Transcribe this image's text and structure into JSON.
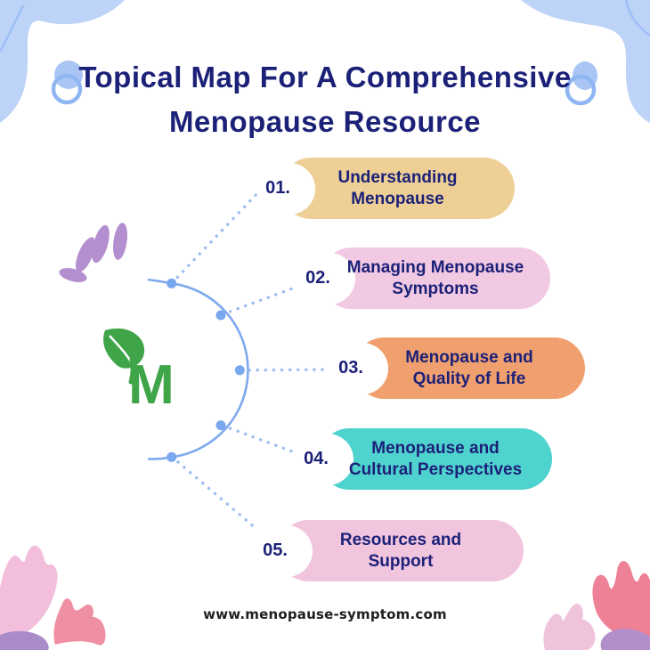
{
  "header": {
    "title_line1": "Topical Map For A Comprehensive",
    "title_line2": "Menopause Resource",
    "title_color": "#1c2178"
  },
  "logo": {
    "letter": "M",
    "color": "#3fa548",
    "leaf_icon": "leaf-icon"
  },
  "map": {
    "connector_color": "#7ea9ee",
    "dotted_color": "#9bbcf2",
    "node_color": "#79a7ef",
    "text_color": "#1c2178",
    "items": [
      {
        "number": "01.",
        "label_line1": "Understanding",
        "label_line2": "Menopause",
        "color": "#eed096"
      },
      {
        "number": "02.",
        "label_line1": "Managing Menopause",
        "label_line2": "Symptoms",
        "color": "#f1c9e3"
      },
      {
        "number": "03.",
        "label_line1": "Menopause and",
        "label_line2": "Quality of Life",
        "color": "#f0a06e"
      },
      {
        "number": "04.",
        "label_line1": "Menopause and",
        "label_line2": "Cultural Perspectives",
        "color": "#4fd3cf"
      },
      {
        "number": "05.",
        "label_line1": "Resources and",
        "label_line2": "Support",
        "color": "#f2c5df"
      }
    ]
  },
  "footer": {
    "website": "www.menopause-symptom.com"
  },
  "decor": {
    "corner_blob": "#bdd3f7",
    "corner_line": "#9fc0f5",
    "ring": "#8fb5f3",
    "ring_dot": "#a9c5f4",
    "petals": "#b48fcf",
    "tulip_light_pink_left": "#f2bedb",
    "tulip_salmon_left": "#ef8fa3",
    "tulip_salmon_right": "#ee8195",
    "tulip_light_pink_right": "#f0c3dd",
    "purple_blob_left": "#a98bc8",
    "purple_blob_right": "#b28fcb"
  }
}
